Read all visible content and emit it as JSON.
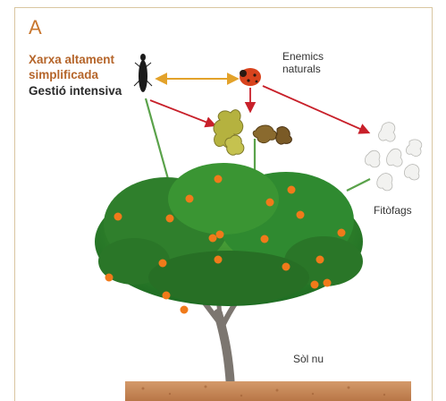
{
  "panel": {
    "letter": "A"
  },
  "management": {
    "line1": "Xarxa altament simplificada",
    "line2": "Gestió intensiva"
  },
  "labels": {
    "natural_enemies": "Enemics naturals",
    "pests": "Fitòfags",
    "soil": "Sòl nu"
  },
  "colors": {
    "accent": "#c8772f",
    "red_arrow": "#c8202a",
    "yellow_arrow": "#e3a22a",
    "green_line": "#5aa24a",
    "frame": "#d9c6a1"
  },
  "icons": [
    "beetle-icon",
    "ladybird-icon",
    "aphid-cluster-icon",
    "whitefly-cluster-icon",
    "orange-tree-illustration",
    "soil-strip"
  ]
}
